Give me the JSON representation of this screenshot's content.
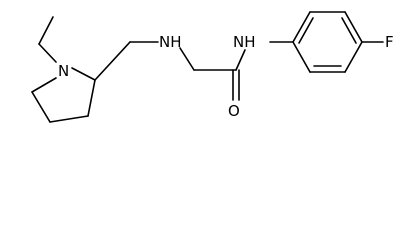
{
  "molecule": {
    "atoms": {
      "pyrrolidine_nitrogen": "N",
      "amine_nitrogen": "NH",
      "amide_nitrogen": "NH",
      "carbonyl_oxygen": "O",
      "fluorine": "F"
    }
  }
}
